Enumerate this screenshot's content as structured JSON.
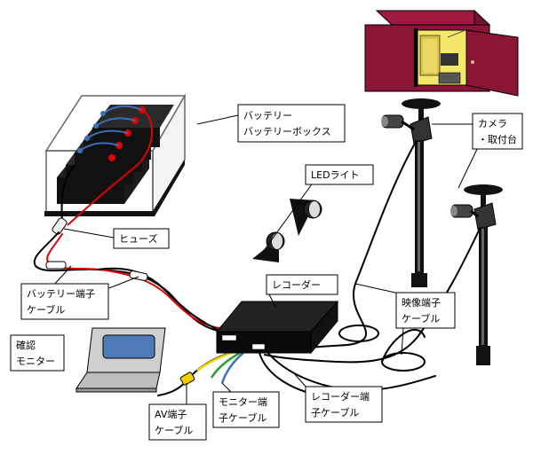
{
  "labels": {
    "battery_line1": "バッテリー",
    "battery_line2": "バッテリーボックス",
    "camera_line1": "カメラ",
    "camera_line2": "・取付台",
    "led": "LEDライト",
    "fuse": "ヒューズ",
    "battery_cable_line1": "バッテリー端子",
    "battery_cable_line2": "ケーブル",
    "recorder": "レコーダー",
    "video_cable_line1": "映像端子",
    "video_cable_line2": "ケーブル",
    "monitor_line1": "確認",
    "monitor_line2": "モニター",
    "av_cable_line1": "AV端子",
    "av_cable_line2": "ケーブル",
    "monitor_cable_line1": "モニター端",
    "monitor_cable_line2": "子ケーブル",
    "recorder_cable_line1": "レコーダー端",
    "recorder_cable_line2": "子ケーブル"
  },
  "colors": {
    "cabinet": "#8b1535",
    "cabinet_interior": "#f5e76a",
    "monitor_screen": "#4f79b8",
    "wire_red": "#e00000",
    "wire_blue": "#3b6fb6",
    "wire_yellow": "#f0d000",
    "wire_green": "#2aa02a"
  }
}
